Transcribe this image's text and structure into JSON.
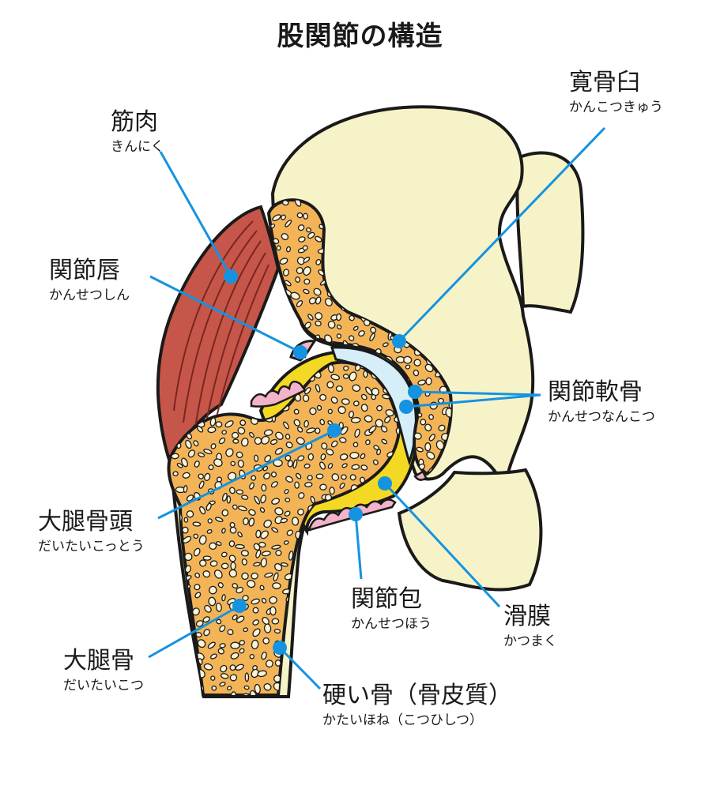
{
  "title": "股関節の構造",
  "labels": {
    "kankotsukyu": {
      "main": "寛骨臼",
      "sub": "かんこつきゅう"
    },
    "kinniku": {
      "main": "筋肉",
      "sub": "きんにく"
    },
    "kansetsushin": {
      "main": "関節唇",
      "sub": "かんせつしん"
    },
    "kansetsunankotsu": {
      "main": "関節軟骨",
      "sub": "かんせつなんこつ"
    },
    "daitaikottou": {
      "main": "大腿骨頭",
      "sub": "だいたいこっとう"
    },
    "kansetsuho": {
      "main": "関節包",
      "sub": "かんせつほう"
    },
    "katsumaku": {
      "main": "滑膜",
      "sub": "かつまく"
    },
    "daitaikotsu": {
      "main": "大腿骨",
      "sub": "だいたいこつ"
    },
    "kataihone": {
      "main": "硬い骨（骨皮質）",
      "sub": "かたいほね（こつひしつ）"
    }
  },
  "colors": {
    "outline": "#1a1a1a",
    "bone_pale": "#f7f3c8",
    "bone_pale_shadow": "#ecebb0",
    "spongy_bone": "#f2b457",
    "spongy_hole": "#fbf3d6",
    "synovium_yellow": "#f3d924",
    "cartilage_blue": "#d6eef8",
    "capsule_pink": "#f3b3c8",
    "muscle": "#c6564a",
    "muscle_dark": "#7a2620",
    "pointer": "#1593e0"
  }
}
